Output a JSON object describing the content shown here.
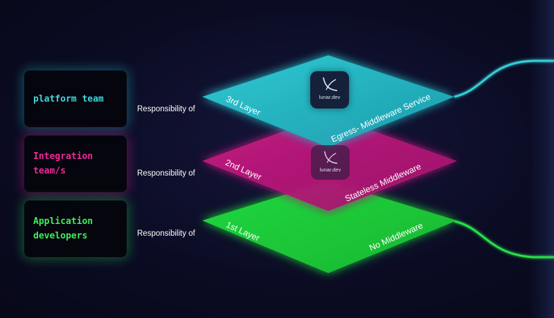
{
  "teams": [
    {
      "label": "platform team",
      "color": "#3fd6e0"
    },
    {
      "label": "Integration\nteam/s",
      "color": "#ee2a98"
    },
    {
      "label": "Application\ndevelopers",
      "color": "#3ff05a"
    }
  ],
  "responsibility_label": "Responsibility of",
  "layers": [
    {
      "name": "3rd Layer",
      "description": "Egress- Middleware Service",
      "color": "#2bc4cc"
    },
    {
      "name": "2nd Layer",
      "description": "Stateless Middleware",
      "color": "#cc1f86"
    },
    {
      "name": "1st Layer",
      "description": "No Middleware",
      "color": "#1fd33f"
    }
  ],
  "logo": {
    "text": "lunar.dev",
    "icon": "lunar-logo-icon"
  }
}
